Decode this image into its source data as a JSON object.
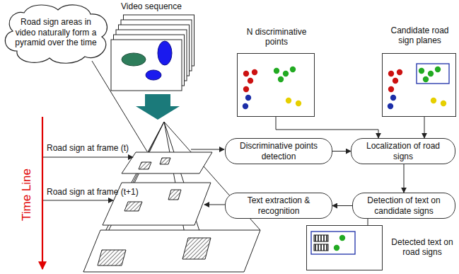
{
  "diagram": {
    "nodes": [
      {
        "text": [
          "Road sign areas in video naturally form a pyramid over the time"
        ]
      },
      {
        "text": [
          "N discriminative points"
        ]
      },
      {
        "text": [
          "Candidate road sign planes"
        ]
      },
      {
        "text": [
          "Video sequence"
        ]
      },
      {
        "text": [
          "Discriminative points detection"
        ]
      },
      {
        "text": [
          "Localization of road signs"
        ]
      },
      {
        "text": [
          "Text extraction & recognition"
        ]
      },
      {
        "text": [
          "Detection of text on candidate signs"
        ]
      },
      {
        "text": [
          "Detected text on road signs"
        ]
      }
    ],
    "edges": [
      {
        "from": 1,
        "to": 5,
        "arrow": "to"
      },
      {
        "from": 4,
        "to": 5,
        "arrow": "to"
      },
      {
        "from": 2,
        "to": 5,
        "arrow": "to"
      },
      {
        "from": 5,
        "to": 7,
        "arrow": "to"
      },
      {
        "from": 7,
        "to": 6,
        "arrow": "to"
      },
      {
        "from": 7,
        "to": 8,
        "arrow": "none"
      }
    ],
    "labels": [
      "Road sign at frame (t)",
      "Road sign at frame (t+1)",
      "Time Line"
    ]
  }
}
